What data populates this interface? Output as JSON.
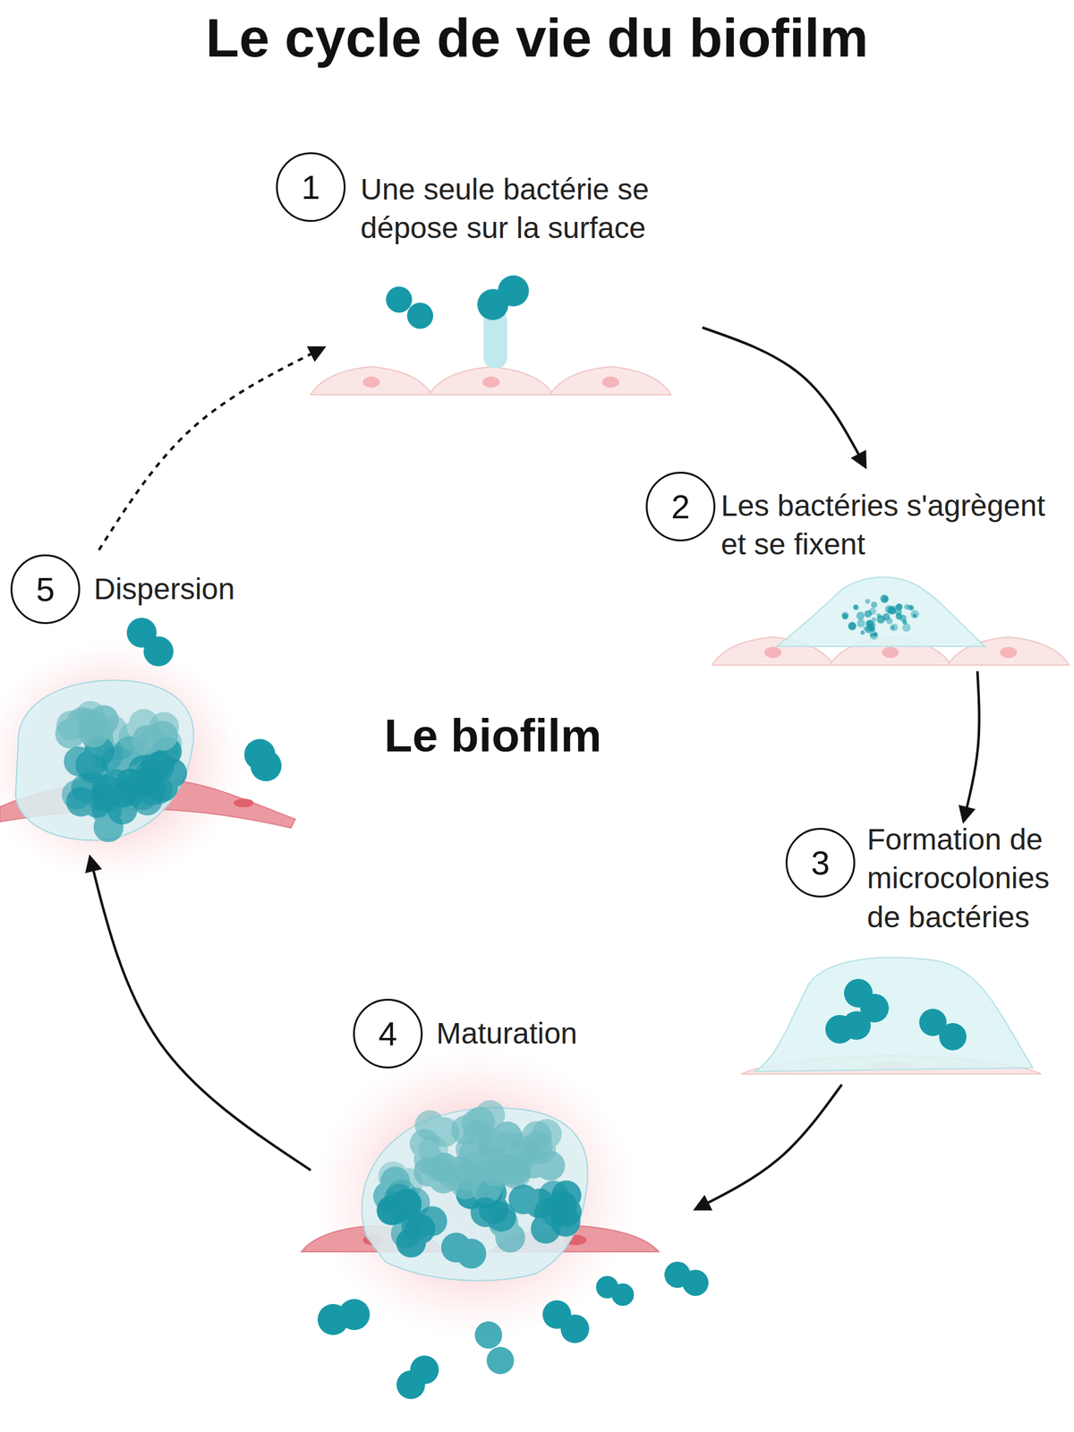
{
  "diagram": {
    "title": "Le cycle de vie du biofilm",
    "nodes": [
      {
        "text": [
          "1",
          "Une seule bactérie se dépose sur la surface"
        ]
      },
      {
        "text": [
          "2",
          "Les bactéries s'agrègent et se fixent"
        ]
      },
      {
        "text": [
          "3",
          "Formation de microcolonies de bactéries"
        ]
      },
      {
        "text": [
          "4",
          "Maturation"
        ]
      },
      {
        "text": [
          "5",
          "Dispersion"
        ]
      }
    ],
    "edges": [
      {
        "from": 0,
        "to": 1,
        "arrow": "to"
      },
      {
        "from": 1,
        "to": 2,
        "arrow": "to"
      },
      {
        "from": 2,
        "to": 3,
        "arrow": "to"
      },
      {
        "from": 3,
        "to": 4,
        "arrow": "to"
      },
      {
        "from": 4,
        "to": 0,
        "arrow": "to"
      }
    ],
    "labels": [
      "Le biofilm"
    ]
  }
}
